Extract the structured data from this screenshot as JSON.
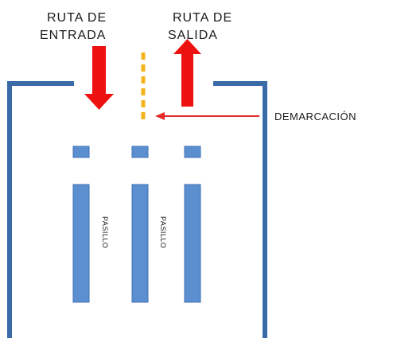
{
  "labels": {
    "entry_route_line1": "RUTA DE",
    "entry_route_line2": "ENTRADA",
    "exit_route_line1": "RUTA DE",
    "exit_route_line2": "SALIDA",
    "demarcation": "DEMARCACIÓN",
    "aisle_left": "PASILLO",
    "aisle_right": "PASILLO"
  },
  "colors": {
    "wall": "#3a6aa8",
    "rack": "#5b8fd0",
    "rack_border": "#3f72b4",
    "arrow_red": "#ee1111",
    "demarcation_line": "#f5b21c",
    "pointer": "#e52a2a"
  }
}
